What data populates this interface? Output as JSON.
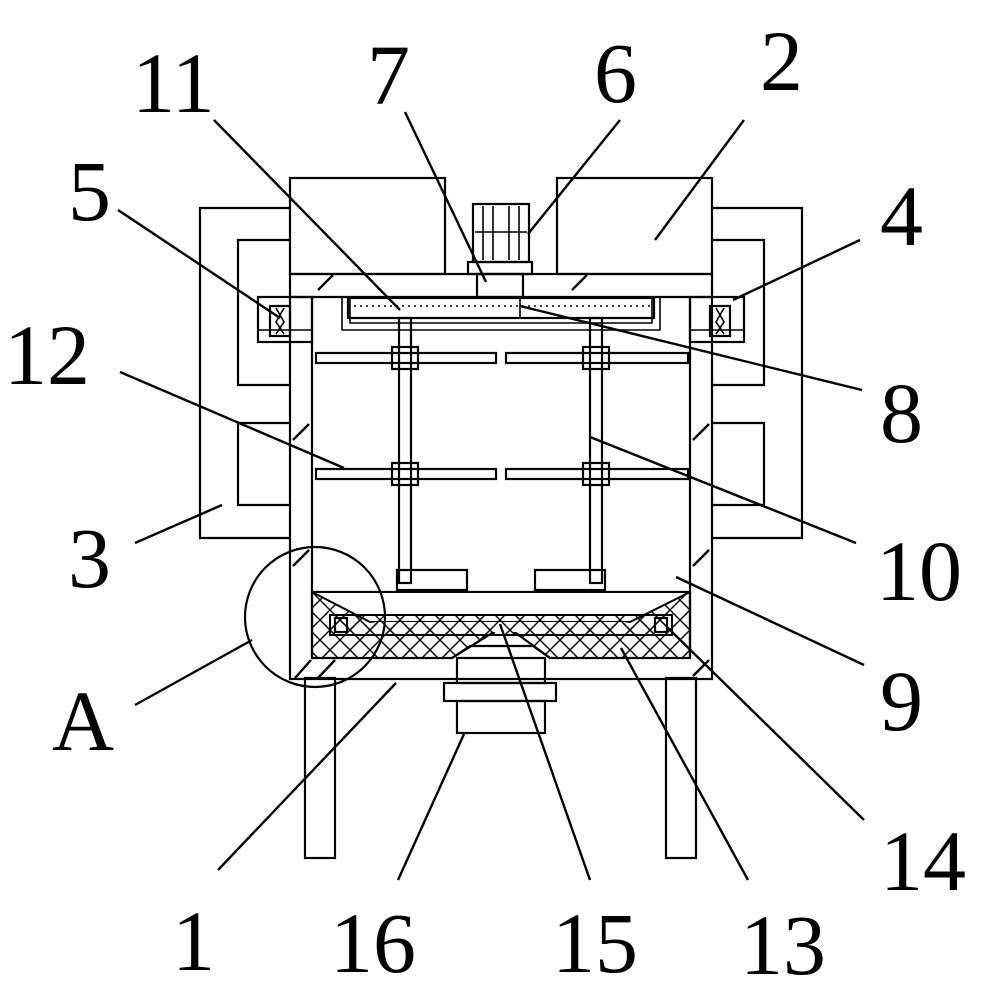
{
  "callouts": {
    "c1": "1",
    "c2": "2",
    "c3": "3",
    "c4": "4",
    "c5": "5",
    "c6": "6",
    "c7": "7",
    "c8": "8",
    "c9": "9",
    "c10": "10",
    "c11": "11",
    "c12": "12",
    "c13": "13",
    "c14": "14",
    "c15": "15",
    "c16": "16",
    "cA": "A"
  }
}
